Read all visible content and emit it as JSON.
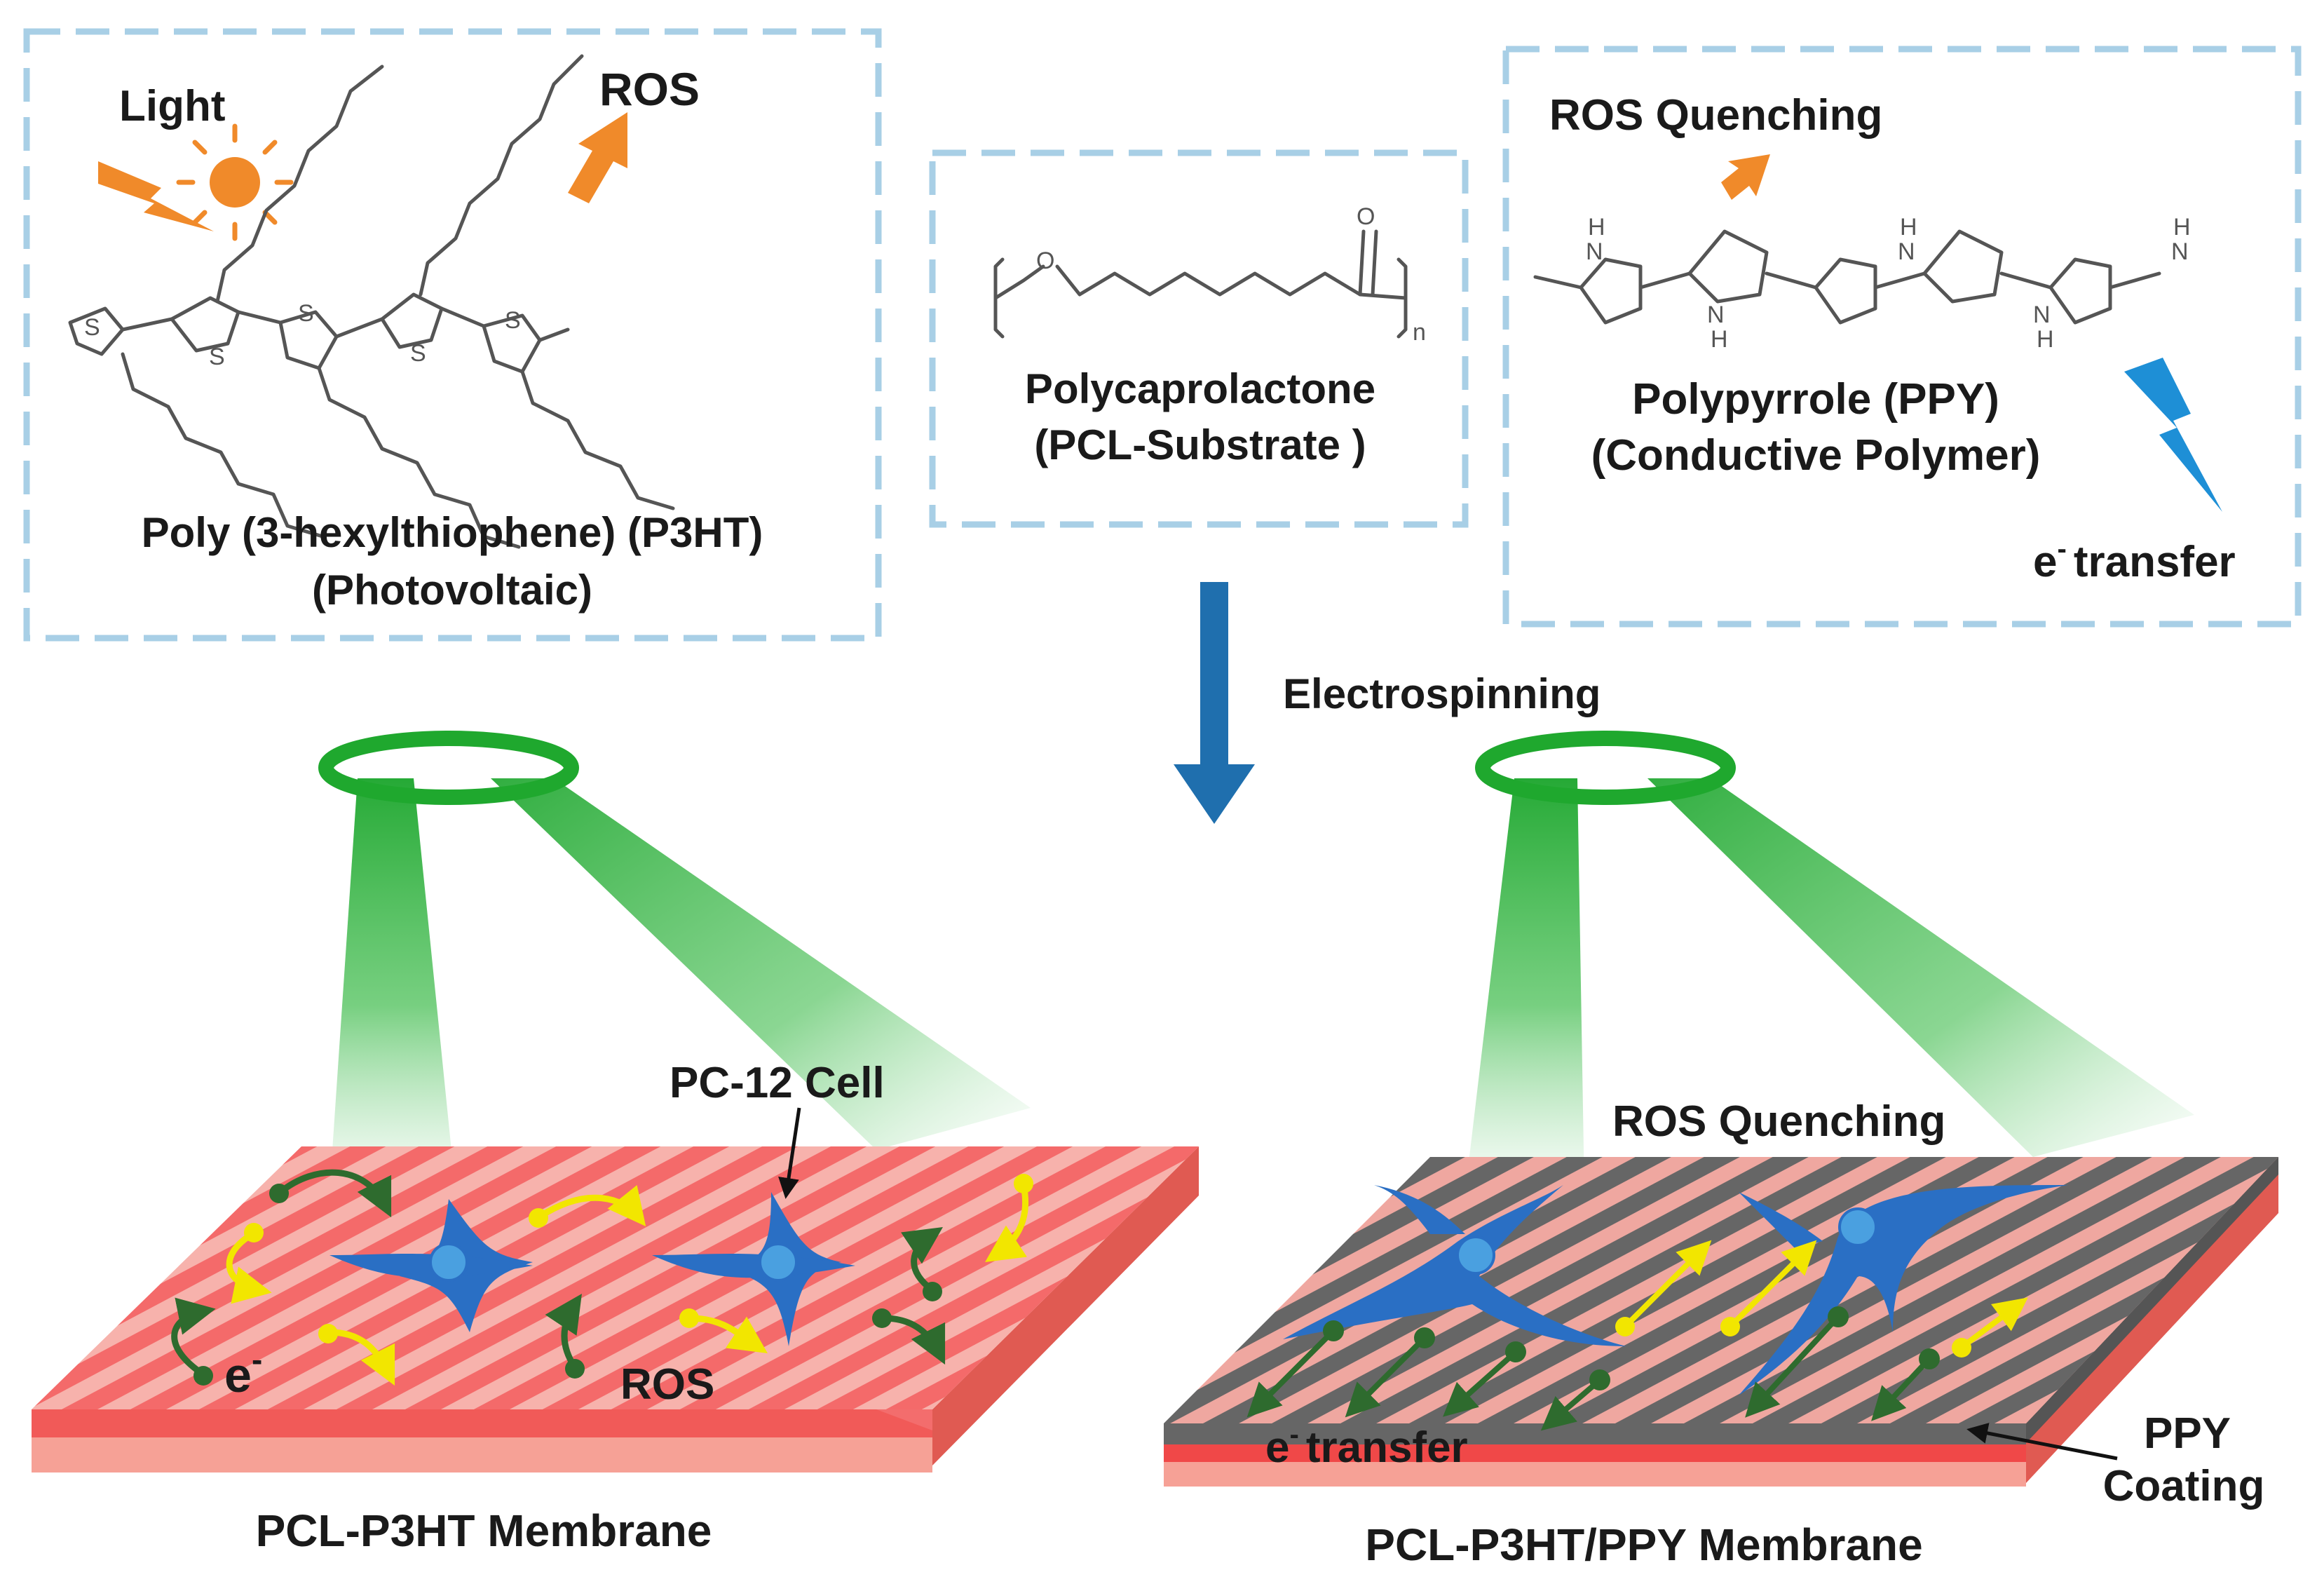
{
  "p3ht_panel": {
    "light_label": "Light",
    "ros_label": "ROS",
    "name": "Poly (3-hexylthiophene) (P3HT)",
    "role": "(Photovoltaic)",
    "atom_s": "S"
  },
  "pcl_panel": {
    "name": "Polycaprolactone",
    "role": "(PCL-Substrate )",
    "atom_o": "O",
    "subscript": "n"
  },
  "ppy_panel": {
    "quench_label": "ROS Quenching",
    "name": "Polypyrrole (PPY)",
    "role": "(Conductive Polymer)",
    "transfer_label": "transfer",
    "atom_h": "H",
    "atom_n": "N"
  },
  "process": {
    "label": "Electrospinning"
  },
  "left_membrane": {
    "cell_label": "PC-12 Cell",
    "electron_label": "e",
    "electron_sup": "-",
    "ros_label": "ROS",
    "caption": "PCL-P3HT Membrane"
  },
  "right_membrane": {
    "quench_label": "ROS Quenching",
    "transfer_label": "transfer",
    "coating_label_1": "PPY",
    "coating_label_2": "Coating",
    "caption": "PCL-P3HT/PPY Membrane"
  },
  "electron_symbol": "e",
  "electron_superscript": "-",
  "colors": {
    "dash_border": "#a8cfe6",
    "orange": "#f08a2a",
    "blue_arrow": "#1f6fae",
    "ring_green": "#1fa82e",
    "membrane_red": "#f04848",
    "cell_blue": "#2a6fc4",
    "dark_green": "#2e6b2e",
    "yellow": "#f2e600"
  }
}
